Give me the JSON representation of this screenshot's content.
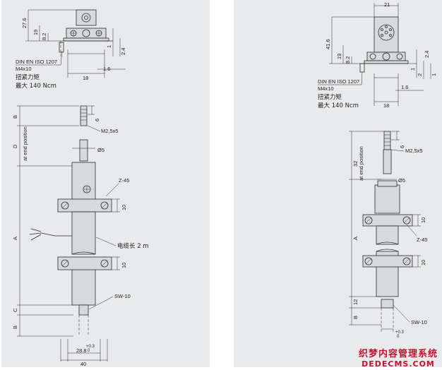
{
  "left_drawing": {
    "dims_top": [
      "27.6",
      "19",
      "8.2",
      "1",
      "2.4",
      "18",
      "1.6"
    ],
    "standard": "DIN EN ISO 1207",
    "screw": "M4x10",
    "torque_label": "扭紧力矩",
    "torque_value": "最大 140 Ncm",
    "thread": "M2,5x5",
    "wire_dim": "6",
    "shaft_dia": "Ø5",
    "clamp": "Z-45",
    "clamp_dim_1": "10",
    "clamp_dim_2": "10",
    "cable": "电缆长 2 m",
    "wrench": "SW-10",
    "dim_B_top": "B",
    "dim_D": "D",
    "at_end": "at end position",
    "dim_A": "A",
    "dim_C": "C",
    "dim_B_bottom": "B",
    "tol": "+0.3",
    "tol2": "0",
    "w_inner": "28.8",
    "w_outer": "40"
  },
  "right_drawing": {
    "dim_top": "21",
    "dims_side": [
      "41.6",
      "19",
      "8.2",
      "1",
      "2.4",
      "2",
      "1",
      "1.6",
      "18"
    ],
    "standard": "DIN EN ISO 1207",
    "screw": "M4x10",
    "torque_label": "扭紧力矩",
    "torque_value": "最大 140 Ncm",
    "thread": "M2,5x5",
    "wire_dim": "6",
    "dim_32": "32",
    "at_end": "at end position",
    "shaft_dia": "Ø5",
    "clamp": "Z-45",
    "clamp_dim_1": "10",
    "clamp_dim_2": "10",
    "dim_A": "A",
    "dim_12": "12",
    "dim_B": "B",
    "wrench": "SW-10",
    "tol": "+0.3",
    "tol2": "0"
  },
  "watermark": {
    "line1": "织梦内容管理系统",
    "line2": "DEDECMS.COM"
  }
}
